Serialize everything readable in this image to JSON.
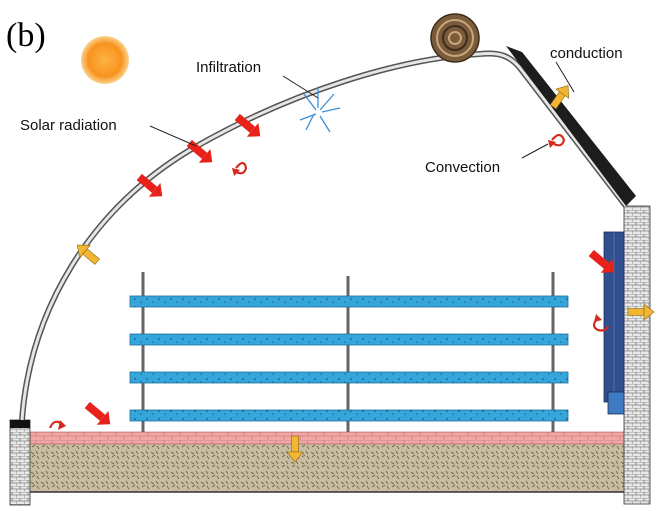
{
  "figure": {
    "panel_label": "(b)"
  },
  "labels": {
    "infiltration": "Infiltration",
    "solar_radiation": "Solar radiation",
    "conduction": "conduction",
    "convection": "Convection"
  },
  "colors": {
    "sun": "#f7931e",
    "film": "#555555",
    "solar_arrow": "#e8211b",
    "heat_arrow": "#f2b632",
    "convection_arrow": "#d42a1f",
    "infiltration_arrow": "#3b8fd8",
    "shelf": "#35a6db",
    "floor_brick": "#f2a7a7",
    "soil": "#c9bd9f",
    "wall_panel": "#2f4f8f"
  }
}
